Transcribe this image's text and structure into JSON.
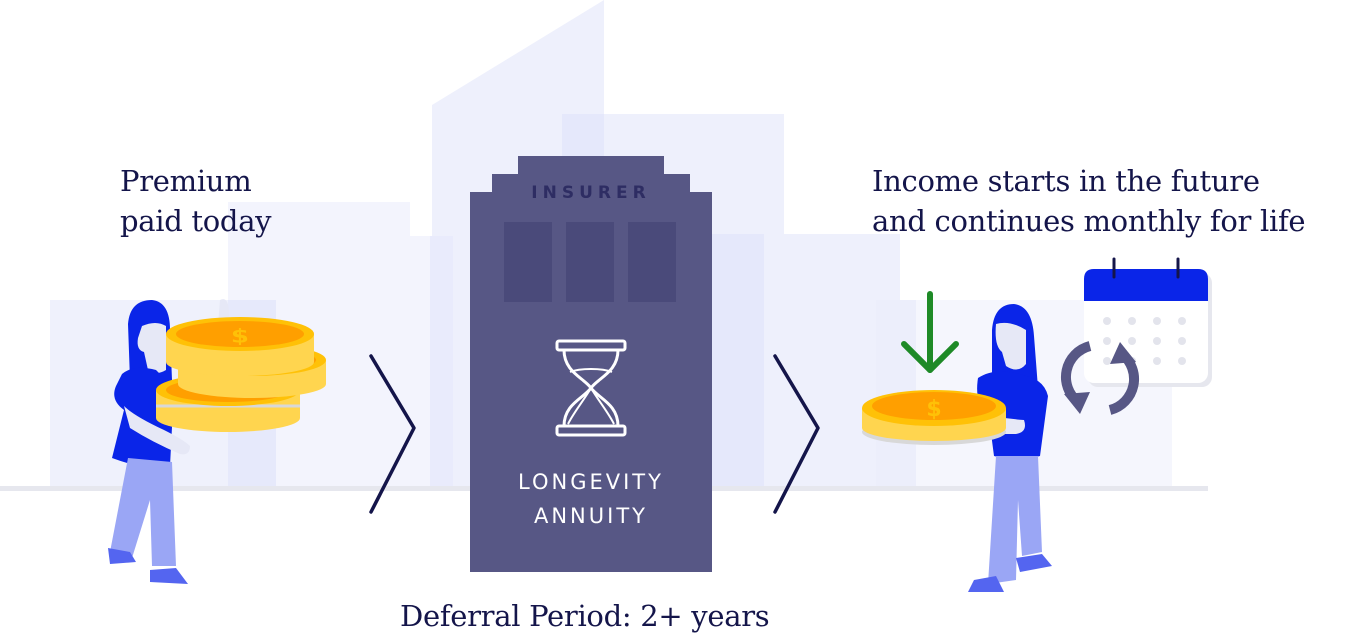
{
  "left_label": {
    "line1": "Premium",
    "line2": "paid today"
  },
  "building": {
    "header": "INSURER",
    "title_line1": "LONGEVITY",
    "title_line2": "ANNUITY",
    "icon": "hourglass-icon"
  },
  "right_label": {
    "line1": "Income starts in the future",
    "line2": "and continues monthly for life"
  },
  "bottom_label": "Deferral Period: 2+ years",
  "icons": {
    "left_figure": "person-holding-coin-stack",
    "right_figure": "person-holding-coin",
    "arrow_down": "down-arrow-icon",
    "calendar": "calendar-icon",
    "refresh": "refresh-cycle-icon",
    "chevron": "chevron-right-icon",
    "coin_symbol": "dollar-sign"
  },
  "colors": {
    "text_dark": "#14154a",
    "building": "#575785",
    "building_window": "#4a4a7a",
    "figure_blue": "#0a25e8",
    "pants": "#9aa6f5",
    "shoes": "#5465f0",
    "coin_gold": "#ffc107",
    "coin_orange": "#ff9f00",
    "arrow_green": "#1e8a27",
    "refresh": "#575785",
    "bg_tint": "#f0f2fc"
  }
}
